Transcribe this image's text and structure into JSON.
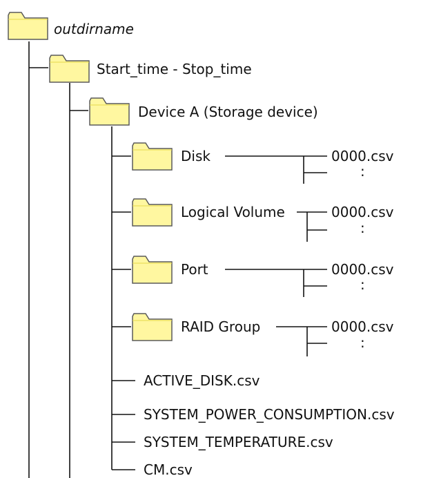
{
  "root": {
    "name": "outdirname"
  },
  "level1": {
    "name": "Start_time - Stop_time"
  },
  "level2": {
    "name": "Device A  (Storage device)"
  },
  "subfolders": [
    {
      "name": "Disk",
      "file": "0000.csv",
      "more": ":"
    },
    {
      "name": "Logical Volume",
      "file": "0000.csv",
      "more": ":"
    },
    {
      "name": "Port",
      "file": "0000.csv",
      "more": ":"
    },
    {
      "name": "RAID Group",
      "file": "0000.csv",
      "more": ":"
    }
  ],
  "files": [
    "ACTIVE_DISK.csv",
    "SYSTEM_POWER_CONSUMPTION.csv",
    "SYSTEM_TEMPERATURE.csv",
    "CM.csv"
  ],
  "colors": {
    "folder_fill": "#FFF7A0",
    "folder_stroke": "#5a5a5a",
    "line": "#111111"
  }
}
